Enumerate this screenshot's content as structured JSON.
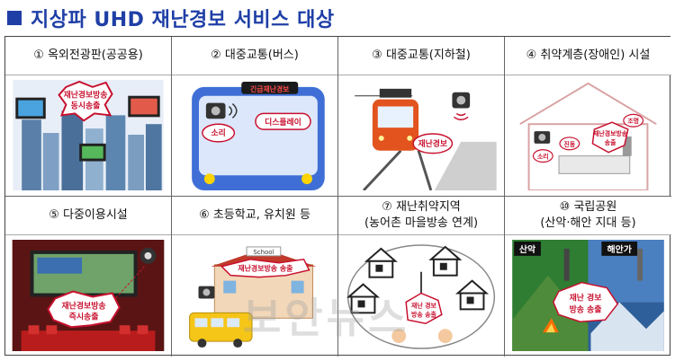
{
  "title": "지상파 UHD 재난경보 서비스 대상",
  "watermark": "보안뉴스",
  "cells": [
    {
      "caption": "① 옥외전광판(공공용)",
      "bubble": [
        "재난경보방송",
        "동시송출"
      ]
    },
    {
      "caption": "② 대중교통(버스)",
      "labels": {
        "top": "긴급재난경보",
        "speaker": "소리",
        "display": "디스플레이"
      }
    },
    {
      "caption": "③ 대중교통(지하철)",
      "labels": {
        "alert": "재난경보"
      }
    },
    {
      "caption": "④ 취약계층(장애인) 시설",
      "labels": {
        "light": "조명",
        "sound": "소리",
        "vibe": "진동",
        "bubble": [
          "재난경보방송",
          "송출"
        ]
      }
    },
    {
      "caption": "⑤ 다중이용시설",
      "bubble": [
        "재난경보방송",
        "즉시송출"
      ]
    },
    {
      "caption": "⑥ 초등학교, 유치원 등",
      "labels": {
        "banner": "재난경보방송 송출",
        "sign": "School"
      }
    },
    {
      "caption": "⑦ 재난취약지역",
      "caption2": "(농어촌 마을방송 연계)",
      "bubble": [
        "재난 경보",
        "방송 송출"
      ]
    },
    {
      "caption": "⑩ 국립공원",
      "caption2": "(산악·해안 지대 등)",
      "labels": {
        "mountain": "산악",
        "coast": "해안가"
      },
      "bubble": [
        "재난 경보",
        "방송 송출"
      ]
    }
  ],
  "colors": {
    "title": "#1f3fa6",
    "alert_red": "#c8102e"
  }
}
